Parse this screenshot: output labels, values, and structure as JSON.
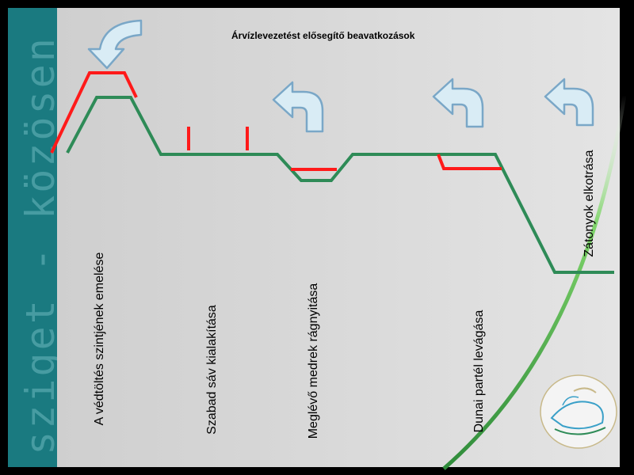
{
  "brand": {
    "text": "sziget - közösen"
  },
  "title": "Árvízlevezetést elősegítő beavatkozások",
  "labels": {
    "levee_raise": "A védtöltés szintjének emelése",
    "free_strip": "Szabad sáv kialakítása",
    "channel_widen": "Meglévő medrek rágnyitása",
    "bank_cut": "Dunai partél levágása",
    "shoal_removal": "Zátonyok elkotrása"
  },
  "icons": {
    "down_arrow": "curved-down-arrow-icon",
    "left_arrow": "curved-left-arrow-icon"
  },
  "colors": {
    "teal": "#1a7a80",
    "green_profile": "#2e8b57",
    "red_change": "#ff1a1a",
    "arrow_fill": "#d9ecf5",
    "arrow_stroke": "#7aa7c7"
  }
}
